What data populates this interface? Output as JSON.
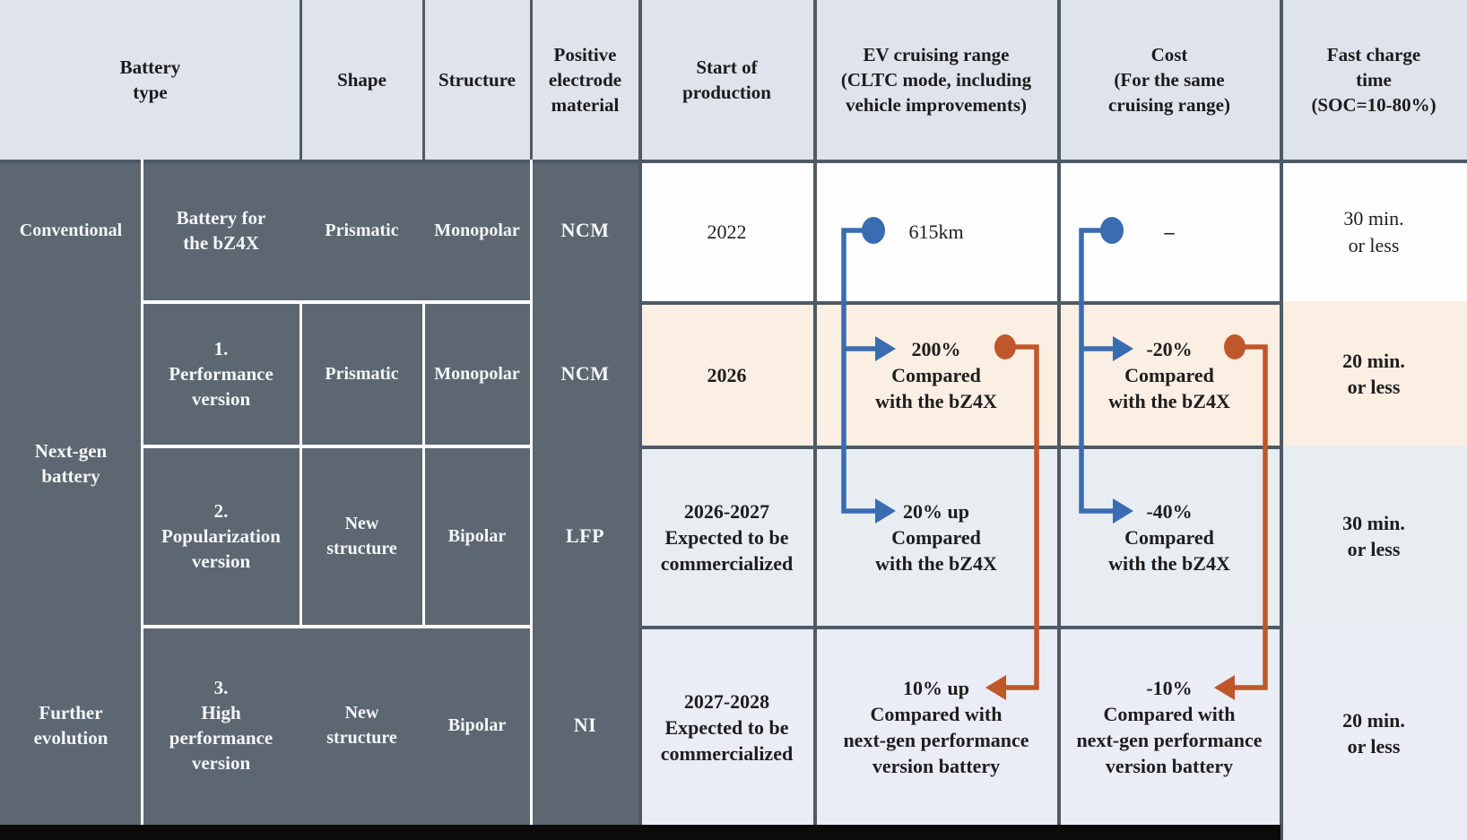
{
  "columns": {
    "battery_type": "Battery\ntype",
    "shape": "Shape",
    "structure": "Structure",
    "material": "Positive\nelectrode\nmaterial",
    "start": "Start of\nproduction",
    "range": "EV cruising range\n(CLTC mode, including\nvehicle improvements)",
    "cost": "Cost\n(For the same\ncruising range)",
    "charge": "Fast charge\ntime\n(SOC=10-80%)"
  },
  "groups": [
    {
      "label": "Conventional"
    },
    {
      "label": "Next-gen\nbattery"
    },
    {
      "label": "Further\nevolution"
    }
  ],
  "rows": [
    {
      "name": "Battery for\nthe bZ4X",
      "shape": "Prismatic",
      "structure": "Monopolar",
      "material": "NCM",
      "start": "2022",
      "range": "615km",
      "cost": "–",
      "charge": "30 min.\nor less"
    },
    {
      "name": "1.\nPerformance\nversion",
      "shape": "Prismatic",
      "structure": "Monopolar",
      "material": "NCM",
      "start": "2026",
      "range": "200%\nCompared\nwith the bZ4X",
      "cost": "-20%\nCompared\nwith the bZ4X",
      "charge": "20 min.\nor less"
    },
    {
      "name": "2.\nPopularization\nversion",
      "shape": "New\nstructure",
      "structure": "Bipolar",
      "material": "LFP",
      "start": "2026-2027\nExpected to be\ncommercialized",
      "range": "20% up\nCompared\nwith the bZ4X",
      "cost": "-40%\nCompared\nwith the bZ4X",
      "charge": "30 min.\nor less"
    },
    {
      "name": "3.\nHigh\nperformance\nversion",
      "shape": "New\nstructure",
      "structure": "Bipolar",
      "material": "NI",
      "start": "2027-2028\nExpected to be\ncommercialized",
      "range": "10% up\nCompared with\nnext-gen performance\nversion battery",
      "cost": "-10%\nCompared with\nnext-gen performance\nversion battery",
      "charge": "20 min.\nor less"
    }
  ],
  "colors": {
    "header_bg": "#dfe3ec",
    "dark_cell": "#5d6771",
    "grid_line": "#4e5a66",
    "row1_bg": "#fefefe",
    "row2_bg": "#fbeee3",
    "row3_bg": "#e8edf1",
    "row4_bg": "#eaecf6",
    "connector_blue": "#3a6cb2",
    "connector_orange": "#bf572b",
    "bottom_strip": "#0b0b0b"
  }
}
